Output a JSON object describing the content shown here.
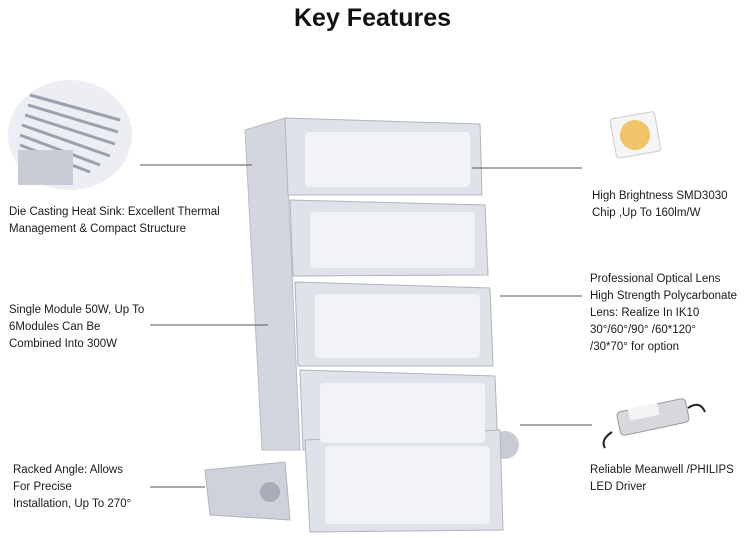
{
  "title": "Key Features",
  "features": {
    "heat_sink": [
      "Die Casting Heat Sink: Excellent Thermal",
      "Management & Compact Structure"
    ],
    "module": [
      "Single Module 50W, Up To",
      "6Modules Can Be",
      "Combined Into 300W"
    ],
    "angle": [
      "Racked Angle: Allows",
      "For Precise",
      "Installation, Up To 270°"
    ],
    "chip": [
      "High Brightness SMD3030",
      "Chip ,Up To 160lm/W"
    ],
    "lens": [
      "Professional Optical Lens",
      "High Strength Polycarbonate",
      "Lens: Realize In IK10",
      "30°/60°/90° /60*120°",
      "/30*70° for option"
    ],
    "driver": [
      "Reliable Meanwell /PHILIPS",
      "LED Driver"
    ]
  },
  "colors": {
    "body": "#d9dbe3",
    "lens": "#eef0f5",
    "line": "#555555",
    "chip": "#f2c46a"
  }
}
